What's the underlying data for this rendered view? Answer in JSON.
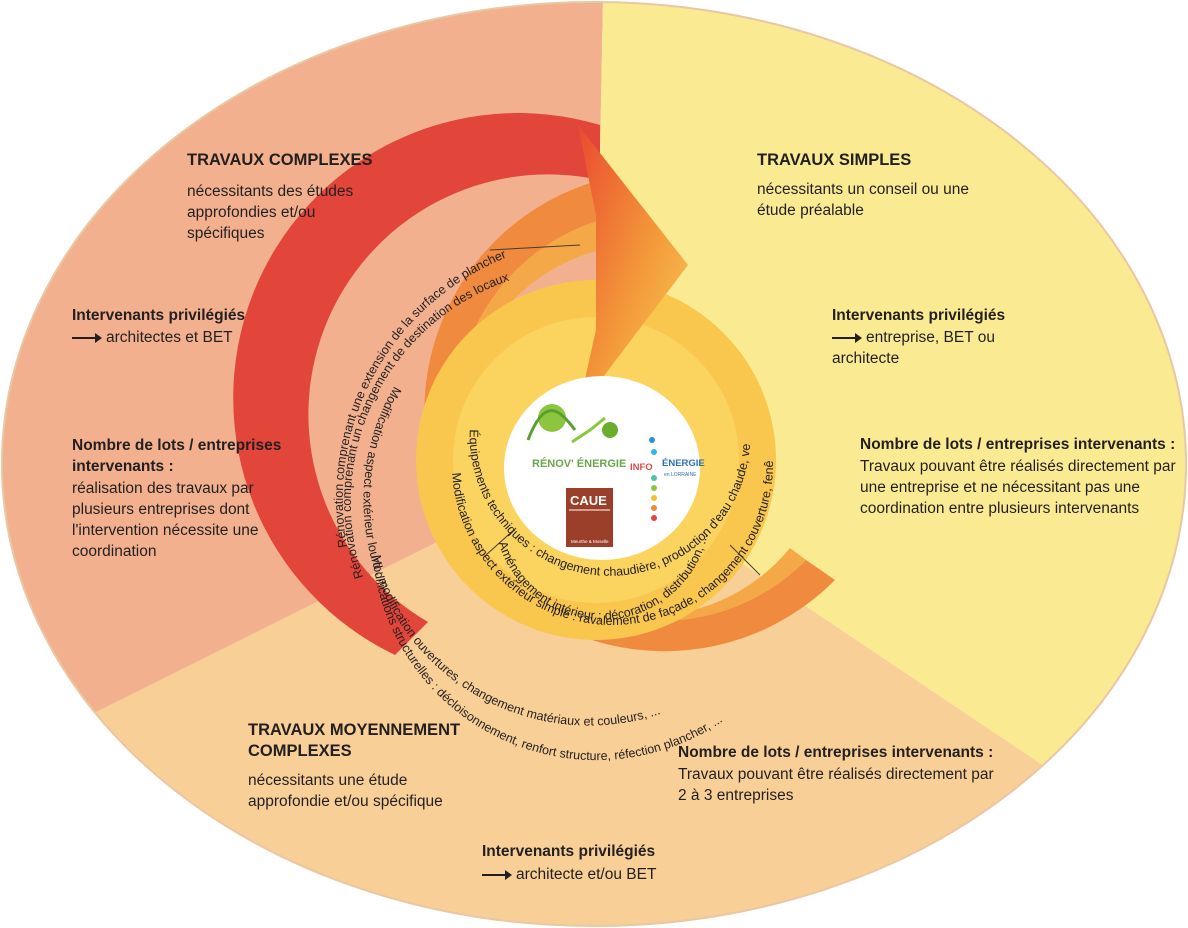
{
  "sections": {
    "complex": {
      "title": "TRAVAUX COMPLEXES",
      "desc": [
        "nécessitants des études",
        "approfondies et/ou",
        "spécifiques"
      ],
      "actors_title": "Intervenants privilégiés",
      "actors": "architectes et BET",
      "lots_title": [
        "Nombre de lots / entreprises",
        "intervenants :"
      ],
      "lots_text": [
        "réalisation des travaux par",
        "plusieurs entreprises dont",
        "l'intervention nécessite une",
        "coordination"
      ]
    },
    "simple": {
      "title": "TRAVAUX SIMPLES",
      "desc": [
        "nécessitants un conseil ou une",
        "étude préalable"
      ],
      "actors_title": "Intervenants privilégiés",
      "actors": [
        "entreprise, BET ou",
        "architecte"
      ],
      "lots_title": "Nombre de lots / entreprises intervenants :",
      "lots_text": [
        "Travaux pouvant être réalisés directement par",
        "une entreprise et ne nécessitant pas une",
        "coordination entre plusieurs intervenants"
      ]
    },
    "medium": {
      "title": [
        "TRAVAUX MOYENNEMENT",
        "COMPLEXES"
      ],
      "desc": [
        "nécessitants une étude",
        "approfondie et/ou spécifique"
      ],
      "actors_title": "Intervenants privilégiés",
      "actors": "architecte et/ou BET",
      "lots_title": "Nombre de lots / entreprises intervenants :",
      "lots_text": [
        "Travaux pouvant être réalisés directement par",
        "2 à 3 entreprises"
      ]
    }
  },
  "rings": {
    "red_1": "Rénovation comprenant une extension de la surface de plancher",
    "red_2": "Rénovation comprenant un changement de destination des locaux",
    "orange_1": "Modification aspect extérieur lourd : modification ouvertures, changement  matériaux et couleurs, ...",
    "orange_2": "Modifications structurelles : décloisonnement, renfort structure, réfection  plancher, ...",
    "yellow_1": "Aménagement intérieur : décoration, distribution, ...",
    "yellow_2": "Équipements techniques : changement chaudière, production d'eau chaude, ventilation, ...",
    "yellow_3": "Modification aspect extérieur simple : ravalement de façade, changement couverture, fenêtres, ..."
  },
  "logos": {
    "renov": "RÉNOV' ÉNERGIE",
    "info_1": "INFO",
    "info_2": "ÉNERGIE",
    "info_3": "en LORRAINE",
    "caue": "CAUE",
    "caue_sub": "Meurthe & Moselle"
  },
  "colors": {
    "complex_bg": "#f2b08f",
    "simple_bg": "#faeb93",
    "medium_bg": "#f8cf97",
    "ring_red": "#e2453a",
    "ring_orange": "#ef8a3f",
    "ring_yellow": "#f9c74e",
    "caue_brown": "#9b3f2b"
  }
}
